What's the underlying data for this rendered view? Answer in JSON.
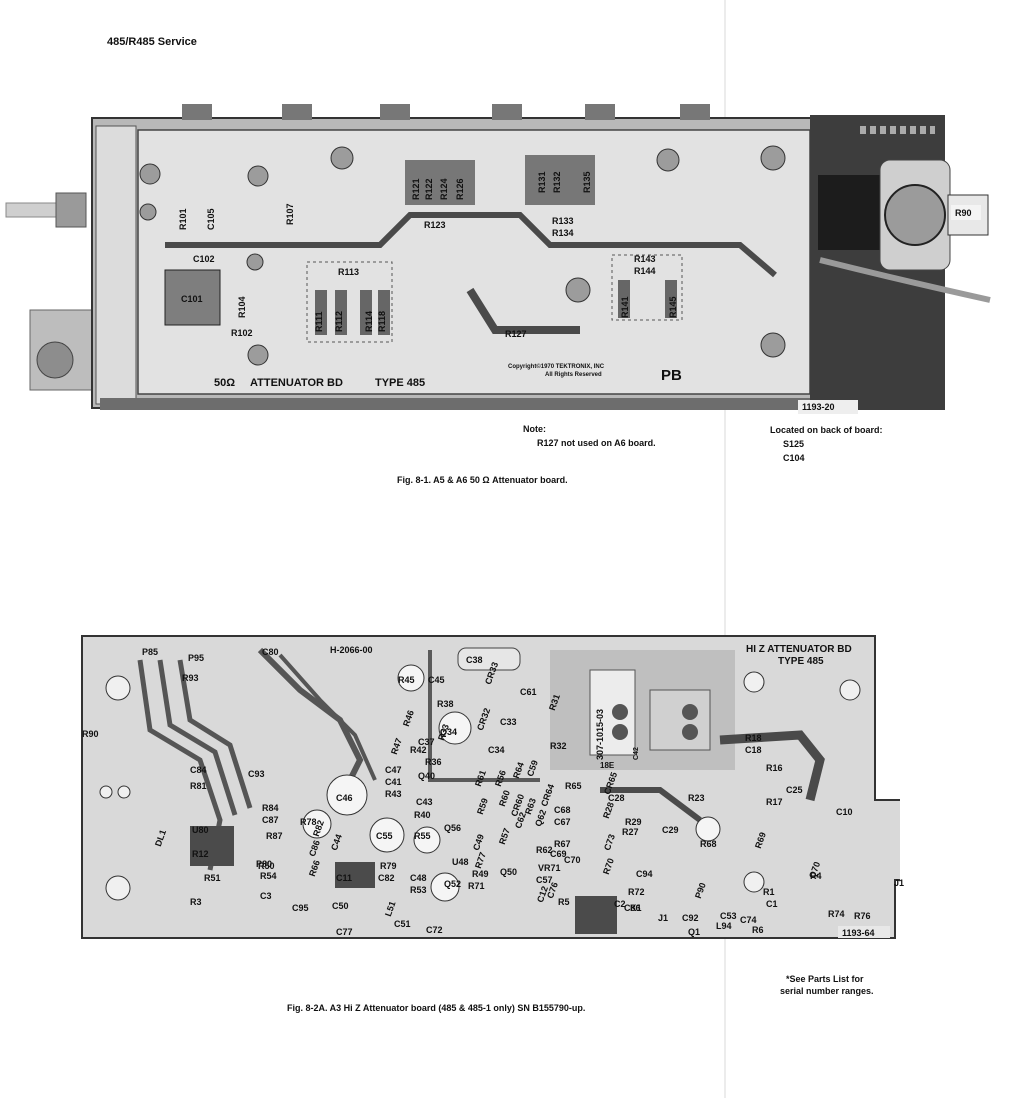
{
  "header": "485/R485 Service",
  "figure1": {
    "caption": "Fig. 8-1.  A5 & A6  50 Ω Attenuator board.",
    "note_title": "Note:",
    "note_text": "R127  not used on A6 board.",
    "located_title": "Located  on  back  of  board:",
    "located_items": [
      "S125",
      "C104"
    ],
    "photo_number": "1193-20",
    "board_texts": [
      "50Ω",
      "ATTENUATOR BD",
      "TYPE 485",
      "PB",
      "Copyright©1970 TEKTRONIX, INC",
      "All Rights Reserved"
    ],
    "component_labels": [
      "R101",
      "C105",
      "R107",
      "R121",
      "R122",
      "R124",
      "R126",
      "R131",
      "R132",
      "R135",
      "R123",
      "R133",
      "R134",
      "R90",
      "C102",
      "R113",
      "R143",
      "R144",
      "C101",
      "R104",
      "R111",
      "R112",
      "R114",
      "R118",
      "R141",
      "R145",
      "R102",
      "R127"
    ]
  },
  "figure2": {
    "caption": "Fig. 8-2A. A3 Hi Z Attenuator board (485 & 485-1 only) SN B155790-up.",
    "footnote_line1": "*See Parts List for",
    "footnote_line2": "serial number ranges.",
    "photo_number": "1193-64",
    "board_texts": [
      "H-2066-00",
      "HI Z ATTENUATOR BD",
      "TYPE 485",
      "307-1015-03",
      "18E",
      "C42"
    ],
    "component_labels": [
      "P85",
      "P95",
      "C80",
      "C38",
      "R93",
      "R45",
      "C45",
      "CR33",
      "C61",
      "R31",
      "R90",
      "R46",
      "R38",
      "CR32",
      "C33",
      "R33",
      "Q34",
      "C37",
      "R47",
      "R42",
      "C34",
      "R32",
      "R18",
      "C18",
      "C84",
      "C93",
      "R36",
      "R61",
      "R56",
      "R64",
      "C59",
      "R16",
      "R81",
      "C47",
      "C41",
      "Q40",
      "R60",
      "R65",
      "R43",
      "C46",
      "C43",
      "R59",
      "CR60",
      "R63",
      "CR64",
      "CR65",
      "C28",
      "R23",
      "C25",
      "R17",
      "C10",
      "R84",
      "R40",
      "C68",
      "C87",
      "R78",
      "Q56",
      "C62",
      "Q62",
      "C67",
      "R28",
      "R29",
      "R27",
      "C29",
      "U80",
      "R87",
      "C55",
      "R55",
      "R67",
      "R68",
      "DL1",
      "R82",
      "C44",
      "C49",
      "R57",
      "R62",
      "C69",
      "R69",
      "R12",
      "P80",
      "C86",
      "R77",
      "VR71",
      "C70",
      "R70",
      "C73",
      "C94",
      "R50",
      "R54",
      "R79",
      "R66",
      "C11",
      "C82",
      "C48",
      "U48",
      "R49",
      "Q50",
      "C57",
      "Q70",
      "R72",
      "C2",
      "R4",
      "P90",
      "R51",
      "R53",
      "Q52",
      "R71",
      "C76",
      "R5",
      "C86",
      "C12",
      "K1",
      "J1",
      "C92",
      "L94",
      "C53",
      "C74",
      "R74",
      "R76",
      "C1",
      "R1",
      "R3",
      "C3",
      "C95",
      "C50",
      "L51",
      "C51",
      "C72",
      "Q1",
      "R6",
      "C77"
    ]
  }
}
